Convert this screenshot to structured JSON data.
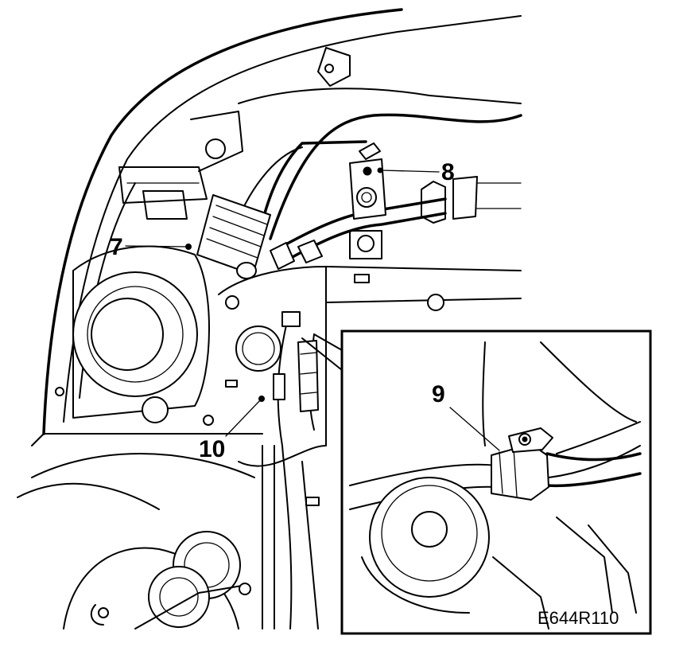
{
  "figure": {
    "callouts": [
      {
        "id": "7",
        "label": "7"
      },
      {
        "id": "8",
        "label": "8"
      },
      {
        "id": "9",
        "label": "9"
      },
      {
        "id": "10",
        "label": "10"
      }
    ],
    "reference_code": "E644R110",
    "colors": {
      "line": "#000000",
      "background": "#ffffff"
    }
  }
}
